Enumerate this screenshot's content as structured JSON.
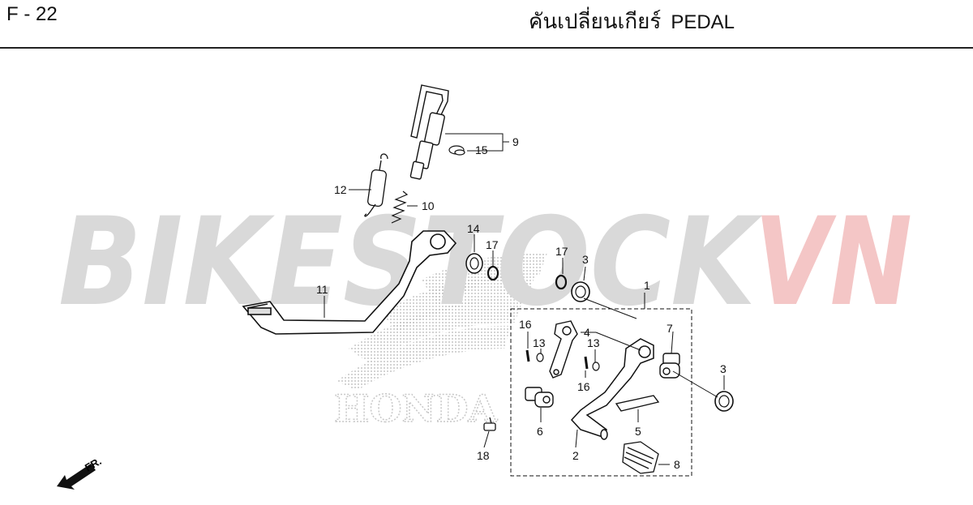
{
  "header": {
    "page_code": "F - 22",
    "title_th": "คันเปลี่ยนเกียร์",
    "title_en": "PEDAL"
  },
  "watermark": {
    "left_text": "BIKESTOCK",
    "right_text": "VN",
    "left_color": "#d9d9d9",
    "right_color": "#f4c6c6"
  },
  "brand_mark": {
    "text": "HONDA",
    "color": "#c8c8c8"
  },
  "direction": {
    "label": "FR."
  },
  "callouts": [
    {
      "id": "c1",
      "label": "1"
    },
    {
      "id": "c2",
      "label": "2"
    },
    {
      "id": "c3a",
      "label": "3"
    },
    {
      "id": "c3b",
      "label": "3"
    },
    {
      "id": "c4",
      "label": "4"
    },
    {
      "id": "c5",
      "label": "5"
    },
    {
      "id": "c6",
      "label": "6"
    },
    {
      "id": "c7",
      "label": "7"
    },
    {
      "id": "c8",
      "label": "8"
    },
    {
      "id": "c9",
      "label": "9"
    },
    {
      "id": "c10",
      "label": "10"
    },
    {
      "id": "c11",
      "label": "11"
    },
    {
      "id": "c12",
      "label": "12"
    },
    {
      "id": "c13a",
      "label": "13"
    },
    {
      "id": "c13b",
      "label": "13"
    },
    {
      "id": "c14",
      "label": "14"
    },
    {
      "id": "c15",
      "label": "15"
    },
    {
      "id": "c16a",
      "label": "16"
    },
    {
      "id": "c16b",
      "label": "16"
    },
    {
      "id": "c17a",
      "label": "17"
    },
    {
      "id": "c17b",
      "label": "17"
    },
    {
      "id": "c18",
      "label": "18"
    }
  ]
}
